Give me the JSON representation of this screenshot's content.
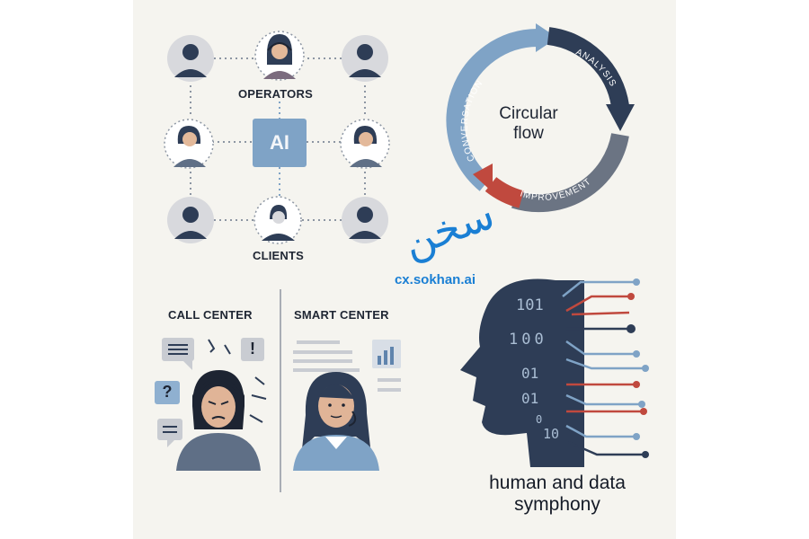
{
  "network": {
    "operators_label": "OPERATORS",
    "clients_label": "CLIENTS",
    "ai_label": "AI"
  },
  "cycle": {
    "center_text": "Circular flow",
    "segment_conversation": "CONVERSATION",
    "segment_analysis": "ANALYSIS",
    "segment_improvement": "IMPROVEMENT"
  },
  "brand": {
    "script_logo": "سخن",
    "site": "cx.sokhan.ai"
  },
  "comparison": {
    "call_center_label": "CALL CENTER",
    "smart_center_label": "SMART CENTER",
    "question_mark": "?",
    "exclamation_mark": "!"
  },
  "human_data": {
    "binary_rows": [
      "101",
      "100",
      "01",
      "01",
      "0",
      "10"
    ],
    "caption": "human and data symphony"
  },
  "colors": {
    "navy": "#2e3d56",
    "slate_blue": "#7fa3c6",
    "red": "#c0493e",
    "gray_circle": "#d8d9dd",
    "cream_background": "#f5f4ef"
  }
}
